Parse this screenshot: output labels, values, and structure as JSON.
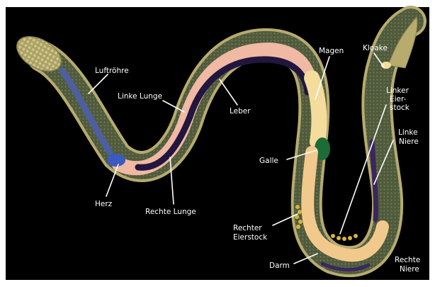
{
  "labels": {
    "luftroehre": "Luftröhre",
    "linke_lunge": "Linke Lunge",
    "leber": "Leber",
    "magen": "Magen",
    "kloake": "Kloake",
    "linker_eierstock": [
      "Linker",
      "Eier-",
      "stock"
    ],
    "linke_niere": [
      "Linke",
      "Niere"
    ],
    "galle": "Galle",
    "herz": "Herz",
    "rechte_lunge": "Rechte Lunge",
    "rechter_eierstock": [
      "Rechter",
      "Eierstock"
    ],
    "darm": "Darm",
    "rechte_niere": [
      "Rechte",
      "Niere"
    ]
  },
  "colors": {
    "background": "#000000",
    "skin": "#b7ab6e",
    "body_interior": "#4f5a3c",
    "trachea": "#4d5fa0",
    "heart": "#3d5ac0",
    "lungs": "#f0b9a3",
    "liver": "#22163f",
    "stomach": "#f3dc9c",
    "gall_bladder": "#1d6b36",
    "intestine": "#f2c98d",
    "ovary": "#d7b43a",
    "kidney": "#3a2660",
    "labels": "#ffffff"
  }
}
